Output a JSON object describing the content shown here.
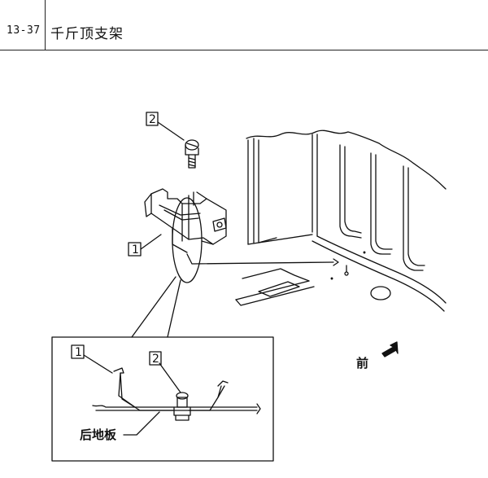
{
  "header": {
    "page_number": "13-37",
    "title": "千斤顶支架"
  },
  "diagram": {
    "callouts": {
      "bracket_main": "1",
      "bolt_main": "2",
      "bracket_detail": "1",
      "bolt_detail": "2"
    },
    "labels": {
      "front": "前",
      "rear_floor": "后地板"
    }
  }
}
